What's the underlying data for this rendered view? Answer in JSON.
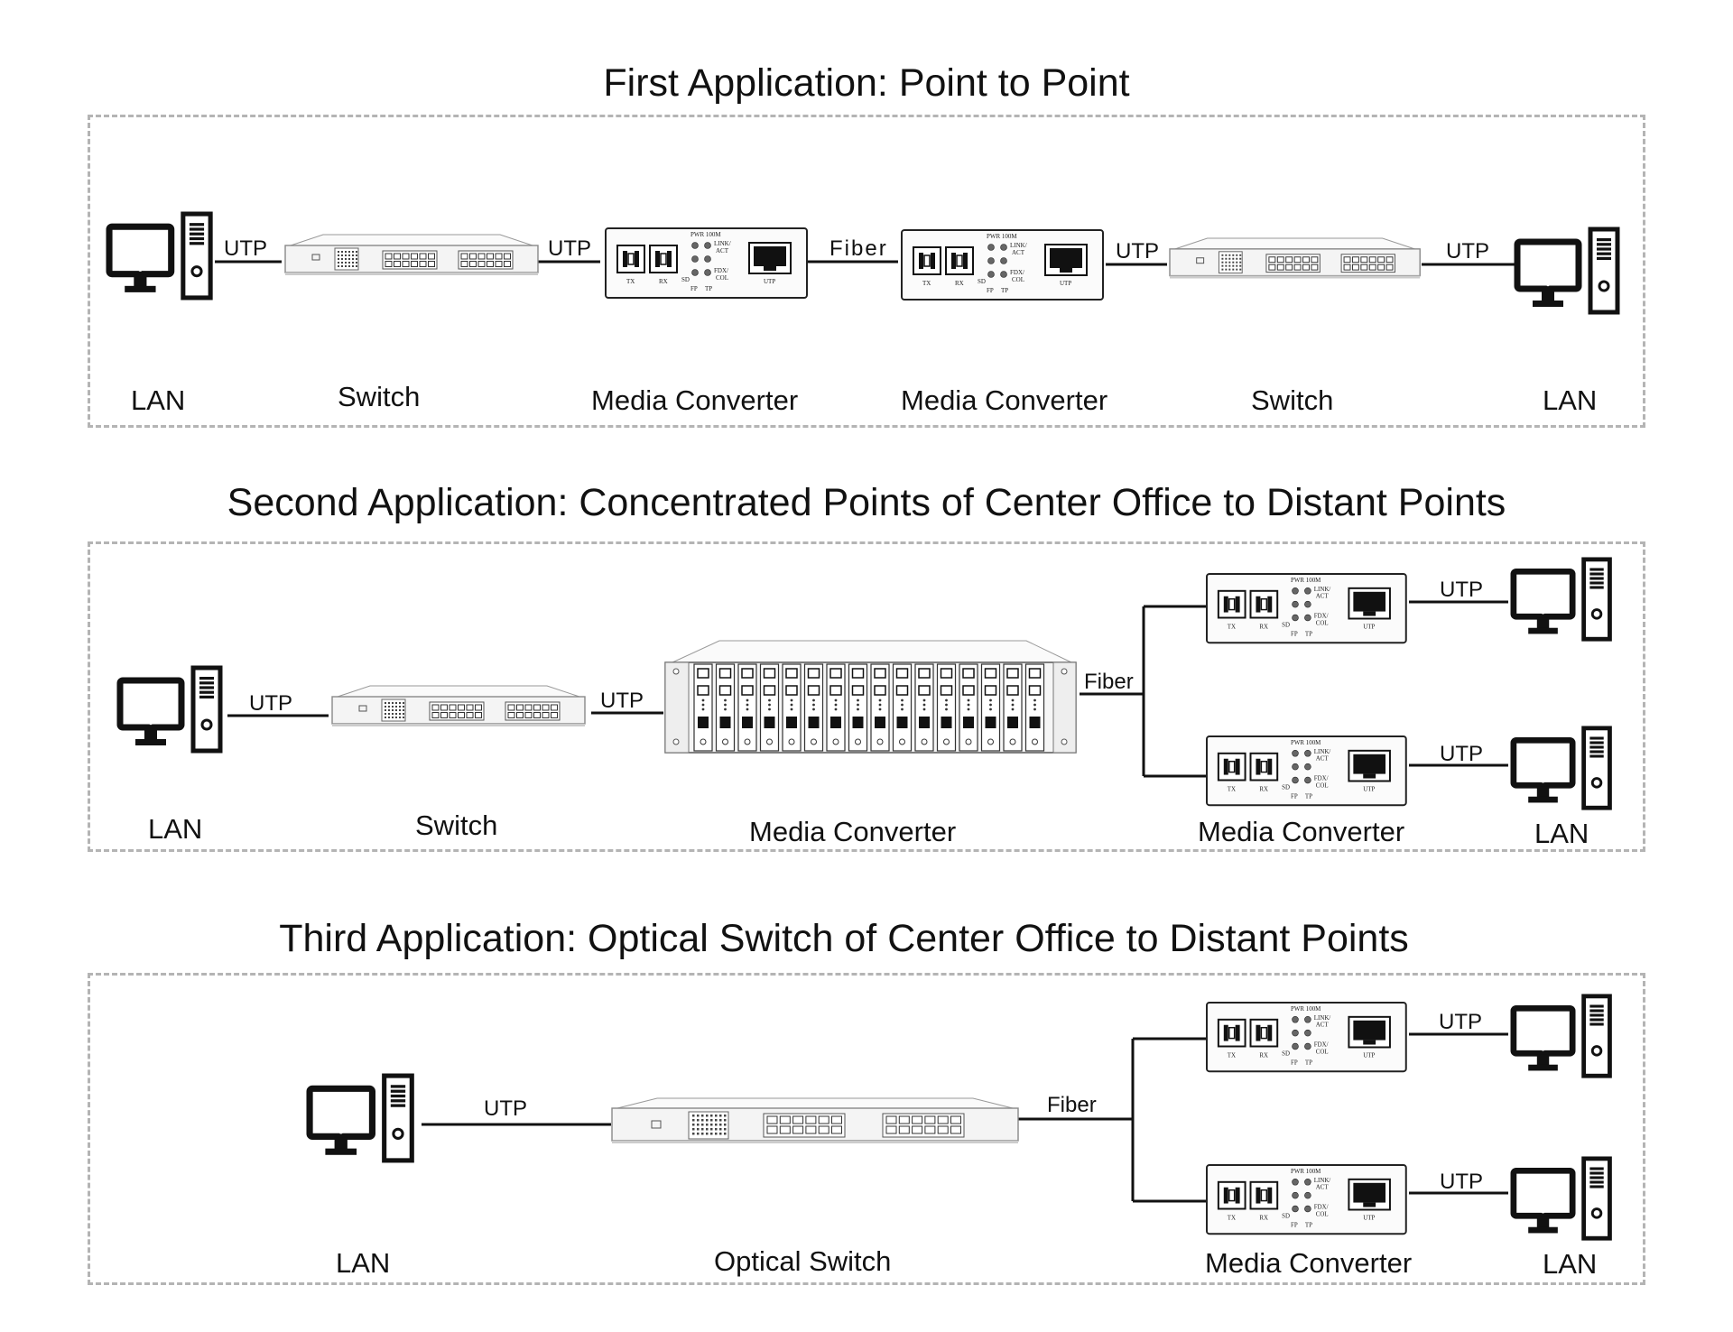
{
  "sections": [
    {
      "title": "First Application:  Point to Point",
      "devices": [
        "LAN",
        "Switch",
        "Media Converter",
        "Media Converter",
        "Switch",
        "LAN"
      ],
      "links": [
        "UTP",
        "UTP",
        "Fiber",
        "UTP",
        "UTP"
      ]
    },
    {
      "title": "Second Application:  Concentrated Points of Center Office to Distant Points",
      "devices": [
        "LAN",
        "Switch",
        "Media Converter",
        "Media Converter",
        "LAN"
      ],
      "links": [
        "UTP",
        "UTP",
        "Fiber",
        "UTP",
        "UTP"
      ]
    },
    {
      "title": "Third Application:  Optical Switch of Center Office to Distant Points",
      "devices": [
        "LAN",
        "Optical Switch",
        "Media Converter",
        "LAN"
      ],
      "links": [
        "UTP",
        "Fiber",
        "UTP",
        "UTP"
      ]
    }
  ],
  "converter_panel": {
    "pwr": "PWR 100M",
    "link": "LINK/",
    "act": "ACT",
    "fdx": "FDX/",
    "col": "COL",
    "sd": "SD",
    "fp": "FP",
    "tp": "TP",
    "tx": "TX",
    "rx": "RX",
    "utp": "UTP"
  },
  "colors": {
    "line": "#111111",
    "dashed_border": "#b4b4b4",
    "device_body": "#f4f4f4"
  }
}
